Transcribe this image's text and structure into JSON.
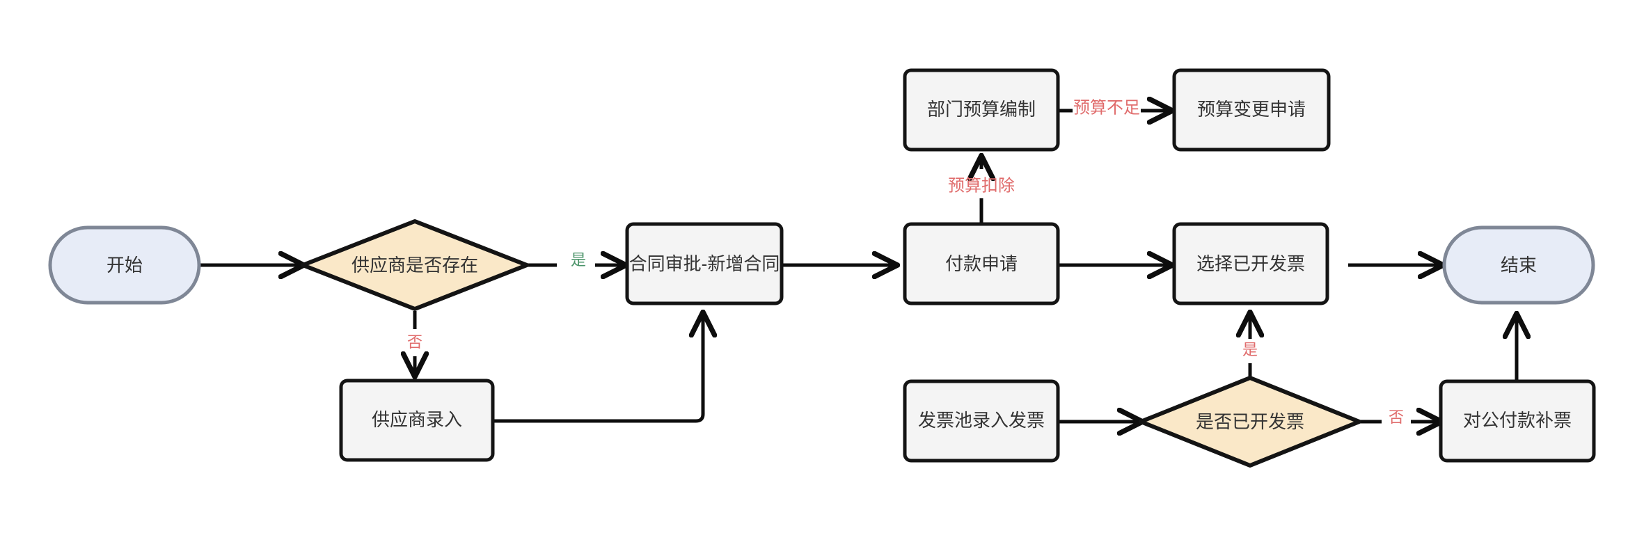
{
  "diagram": {
    "type": "flowchart",
    "title": "",
    "orientation": "left-to-right",
    "background_color": "#ffffff",
    "colors": {
      "process_fill": "#f4f4f4",
      "process_stroke": "#141414",
      "terminal_fill": "#e7ecf7",
      "terminal_stroke": "#7f8796",
      "decision_fill": "#fae8c8",
      "decision_stroke": "#141414",
      "edge_stroke": "#0d0d0d",
      "label_yes_green": "#4a9368",
      "label_no_red": "#e06c6c",
      "node_text": "#333333"
    }
  },
  "nodes": [
    {
      "id": "start",
      "label": "开始",
      "shape": "terminal"
    },
    {
      "id": "supplier_exists",
      "label": "供应商是否存在",
      "shape": "decision"
    },
    {
      "id": "supplier_entry",
      "label": "供应商录入",
      "shape": "process"
    },
    {
      "id": "contract_approve",
      "label": "合同审批-新增合同",
      "shape": "process"
    },
    {
      "id": "payment_request",
      "label": "付款申请",
      "shape": "process"
    },
    {
      "id": "dept_budget",
      "label": "部门预算编制",
      "shape": "process"
    },
    {
      "id": "budget_change",
      "label": "预算变更申请",
      "shape": "process"
    },
    {
      "id": "select_invoice",
      "label": "选择已开发票",
      "shape": "process"
    },
    {
      "id": "end",
      "label": "结束",
      "shape": "terminal"
    },
    {
      "id": "invoice_pool",
      "label": "发票池录入发票",
      "shape": "process"
    },
    {
      "id": "is_invoiced",
      "label": "是否已开发票",
      "shape": "decision"
    },
    {
      "id": "public_payment",
      "label": "对公付款补票",
      "shape": "process"
    }
  ],
  "edges": [
    {
      "id": "e1",
      "from": "start",
      "to": "supplier_exists",
      "label": "",
      "label_kind": "none"
    },
    {
      "id": "e2",
      "from": "supplier_exists",
      "to": "contract_approve",
      "label": "是",
      "label_kind": "yes"
    },
    {
      "id": "e3",
      "from": "supplier_exists",
      "to": "supplier_entry",
      "label": "否",
      "label_kind": "no"
    },
    {
      "id": "e4",
      "from": "supplier_entry",
      "to": "contract_approve",
      "label": "",
      "label_kind": "none"
    },
    {
      "id": "e5",
      "from": "contract_approve",
      "to": "payment_request",
      "label": "",
      "label_kind": "none"
    },
    {
      "id": "e6",
      "from": "payment_request",
      "to": "dept_budget",
      "label": "预算扣除",
      "label_kind": "warn"
    },
    {
      "id": "e7",
      "from": "dept_budget",
      "to": "budget_change",
      "label": "预算不足",
      "label_kind": "warn"
    },
    {
      "id": "e8",
      "from": "payment_request",
      "to": "select_invoice",
      "label": "",
      "label_kind": "none"
    },
    {
      "id": "e9",
      "from": "select_invoice",
      "to": "end",
      "label": "",
      "label_kind": "none"
    },
    {
      "id": "e10",
      "from": "invoice_pool",
      "to": "is_invoiced",
      "label": "",
      "label_kind": "none"
    },
    {
      "id": "e11",
      "from": "is_invoiced",
      "to": "select_invoice",
      "label": "是",
      "label_kind": "no"
    },
    {
      "id": "e12",
      "from": "is_invoiced",
      "to": "public_payment",
      "label": "否",
      "label_kind": "no"
    },
    {
      "id": "e13",
      "from": "public_payment",
      "to": "end",
      "label": "",
      "label_kind": "none"
    }
  ],
  "edge_labels": {
    "yes_supplier": "是",
    "no_supplier": "否",
    "budget_deduct": "预算扣除",
    "budget_short": "预算不足",
    "yes_invoiced": "是",
    "no_invoiced": "否"
  },
  "node_labels": {
    "start": "开始",
    "supplier_exists": "供应商是否存在",
    "supplier_entry": "供应商录入",
    "contract_approve": "合同审批-新增合同",
    "payment_request": "付款申请",
    "dept_budget": "部门预算编制",
    "budget_change": "预算变更申请",
    "select_invoice": "选择已开发票",
    "end": "结束",
    "invoice_pool": "发票池录入发票",
    "is_invoiced": "是否已开发票",
    "public_payment": "对公付款补票"
  }
}
